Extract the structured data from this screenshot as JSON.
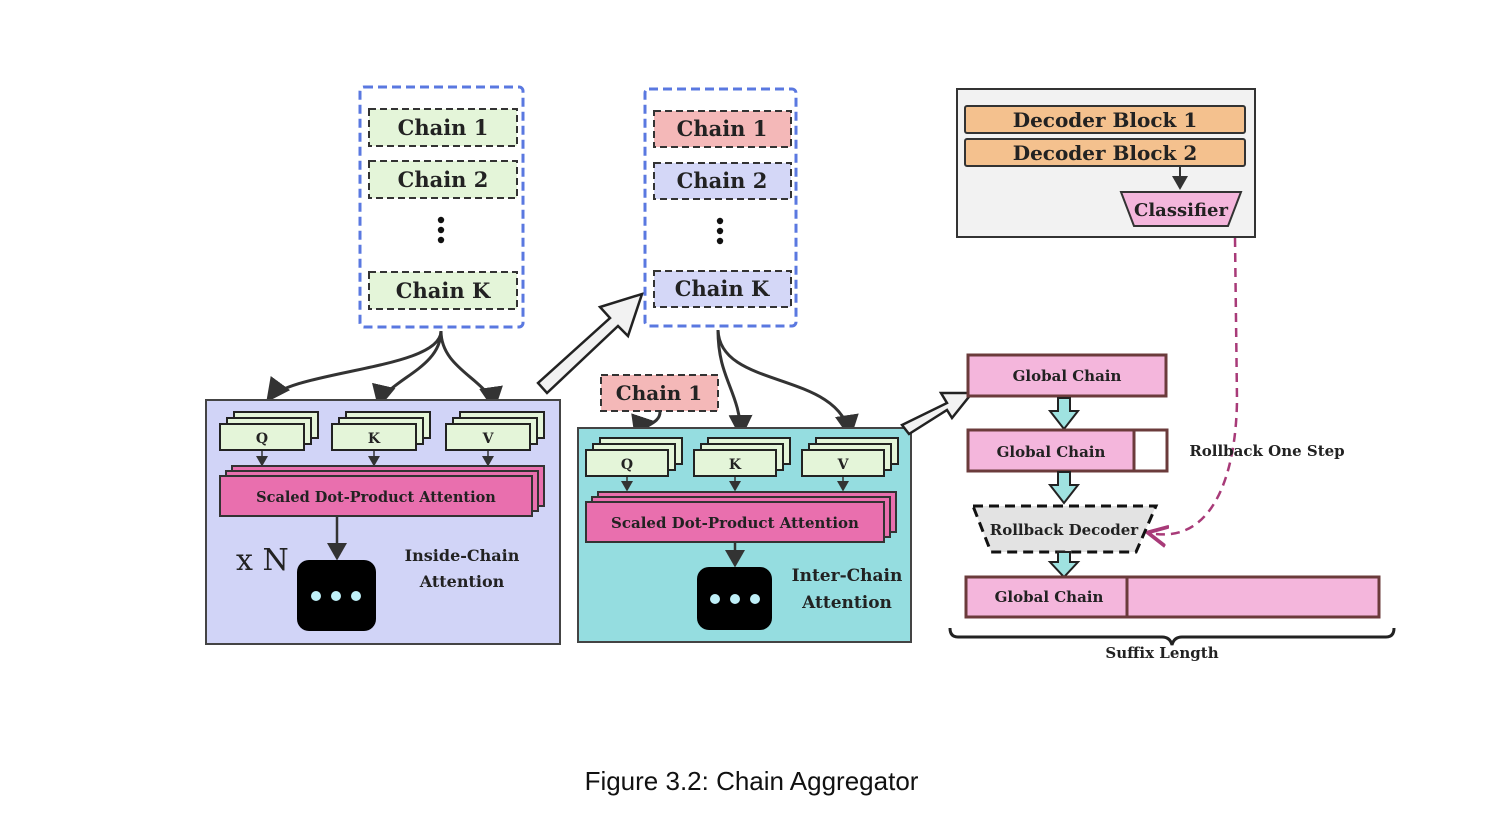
{
  "left_stack": {
    "chains": [
      "Chain 1",
      "Chain 2",
      "Chain K"
    ]
  },
  "middle_stack": {
    "chains": [
      "Chain 1",
      "Chain 2",
      "Chain K"
    ]
  },
  "inside_block": {
    "q": "Q",
    "k": "K",
    "v": "V",
    "attention": "Scaled Dot-Product Attention",
    "repeat": "x N",
    "label_line1": "Inside-Chain",
    "label_line2": "Attention"
  },
  "inter_block": {
    "chain_input": "Chain 1",
    "q": "Q",
    "k": "K",
    "v": "V",
    "attention": "Scaled Dot-Product Attention",
    "label_line1": "Inter-Chain",
    "label_line2": "Attention"
  },
  "decoder_panel": {
    "block1": "Decoder Block 1",
    "block2": "Decoder Block 2",
    "classifier": "Classifier"
  },
  "rollback": {
    "global_chain_1": "Global Chain",
    "global_chain_2": "Global Chain",
    "rollback_one_step": "Rollback One Step",
    "rollback_decoder": "Rollback Decoder",
    "global_chain_3": "Global Chain",
    "suffix_length": "Suffix Length"
  },
  "caption": "Figure 3.2: Chain Aggregator",
  "colors": {
    "green_chain": "#e4f5d9",
    "pink_chain": "#f4b8b8",
    "lavender_chain": "#d4d7f7",
    "blue_dash": "#5a78e0",
    "inside_bg": "#d1d4f7",
    "inter_bg": "#95dde0",
    "attention_pink": "#e96fae",
    "decoder_orange": "#f4c18e",
    "global_pink": "#f4b6dc",
    "global_border": "#6b3b3b",
    "teal_arrow": "#9fe2e0",
    "rollback_dash": "#a83a78"
  }
}
